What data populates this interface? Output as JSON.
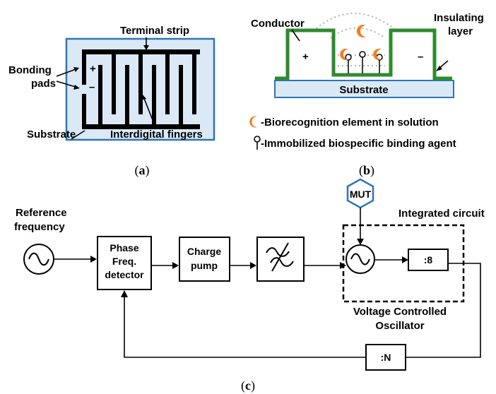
{
  "panel_a": {
    "terminal_strip": "Terminal strip",
    "bonding_pads_line1": "Bonding",
    "bonding_pads_line2": "pads",
    "plus": "+",
    "minus": "–",
    "substrate": "Substrate",
    "fingers": "Interdigital fingers",
    "caption_open": "(",
    "caption_letter": "a",
    "caption_close": ")"
  },
  "panel_b": {
    "conductor": "Conductor",
    "insulating_line1": "Insulating",
    "insulating_line2": "layer",
    "plus": "+",
    "minus": "–",
    "substrate": "Substrate",
    "legend_bio": "-Biorecognition element in solution",
    "legend_agent": "-Immobilized biospecific binding agent",
    "caption_open": "(",
    "caption_letter": "b",
    "caption_close": ")"
  },
  "panel_c": {
    "mut": "MUT",
    "integrated_circuit": "Integrated circuit",
    "ref_line1": "Reference",
    "ref_line2": "frequency",
    "pfd_line1": "Phase",
    "pfd_line2": "Freq.",
    "pfd_line3": "detector",
    "charge_line1": "Charge",
    "charge_line2": "pump",
    "div8": ":8",
    "vco_line1": "Voltage Controlled",
    "vco_line2": "Oscillator",
    "divn": ":N",
    "caption_open": "(",
    "caption_letter": "c",
    "caption_close": ")"
  },
  "colors": {
    "substrate_fill": "#dbe9f7",
    "substrate_border": "#2e75b6",
    "insulating_green": "#2e8b2e",
    "bio_orange": "#f08020",
    "mut_blue": "#2e75b6"
  }
}
